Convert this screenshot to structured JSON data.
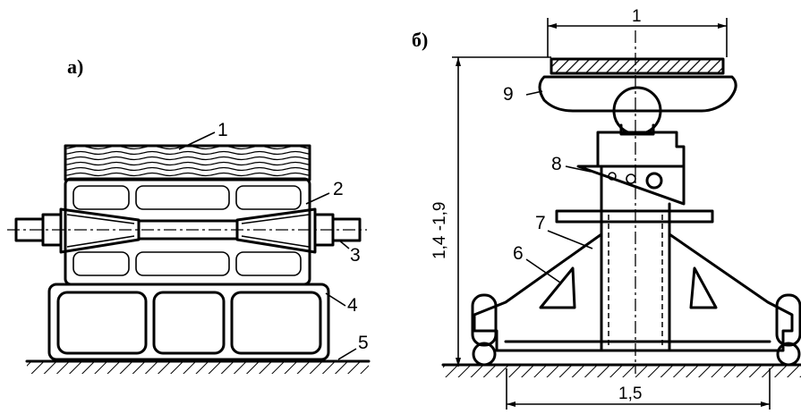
{
  "panels": {
    "a": "а)",
    "b": "б)"
  },
  "labels_a": {
    "l1": "1",
    "l2": "2",
    "l3": "3",
    "l4": "4",
    "l5": "5"
  },
  "labels_b": {
    "l6": "6",
    "l7": "7",
    "l8": "8",
    "l9": "9"
  },
  "dimensions": {
    "top_width": "1",
    "height": "1,4 -1,9",
    "base_width": "1,5"
  }
}
